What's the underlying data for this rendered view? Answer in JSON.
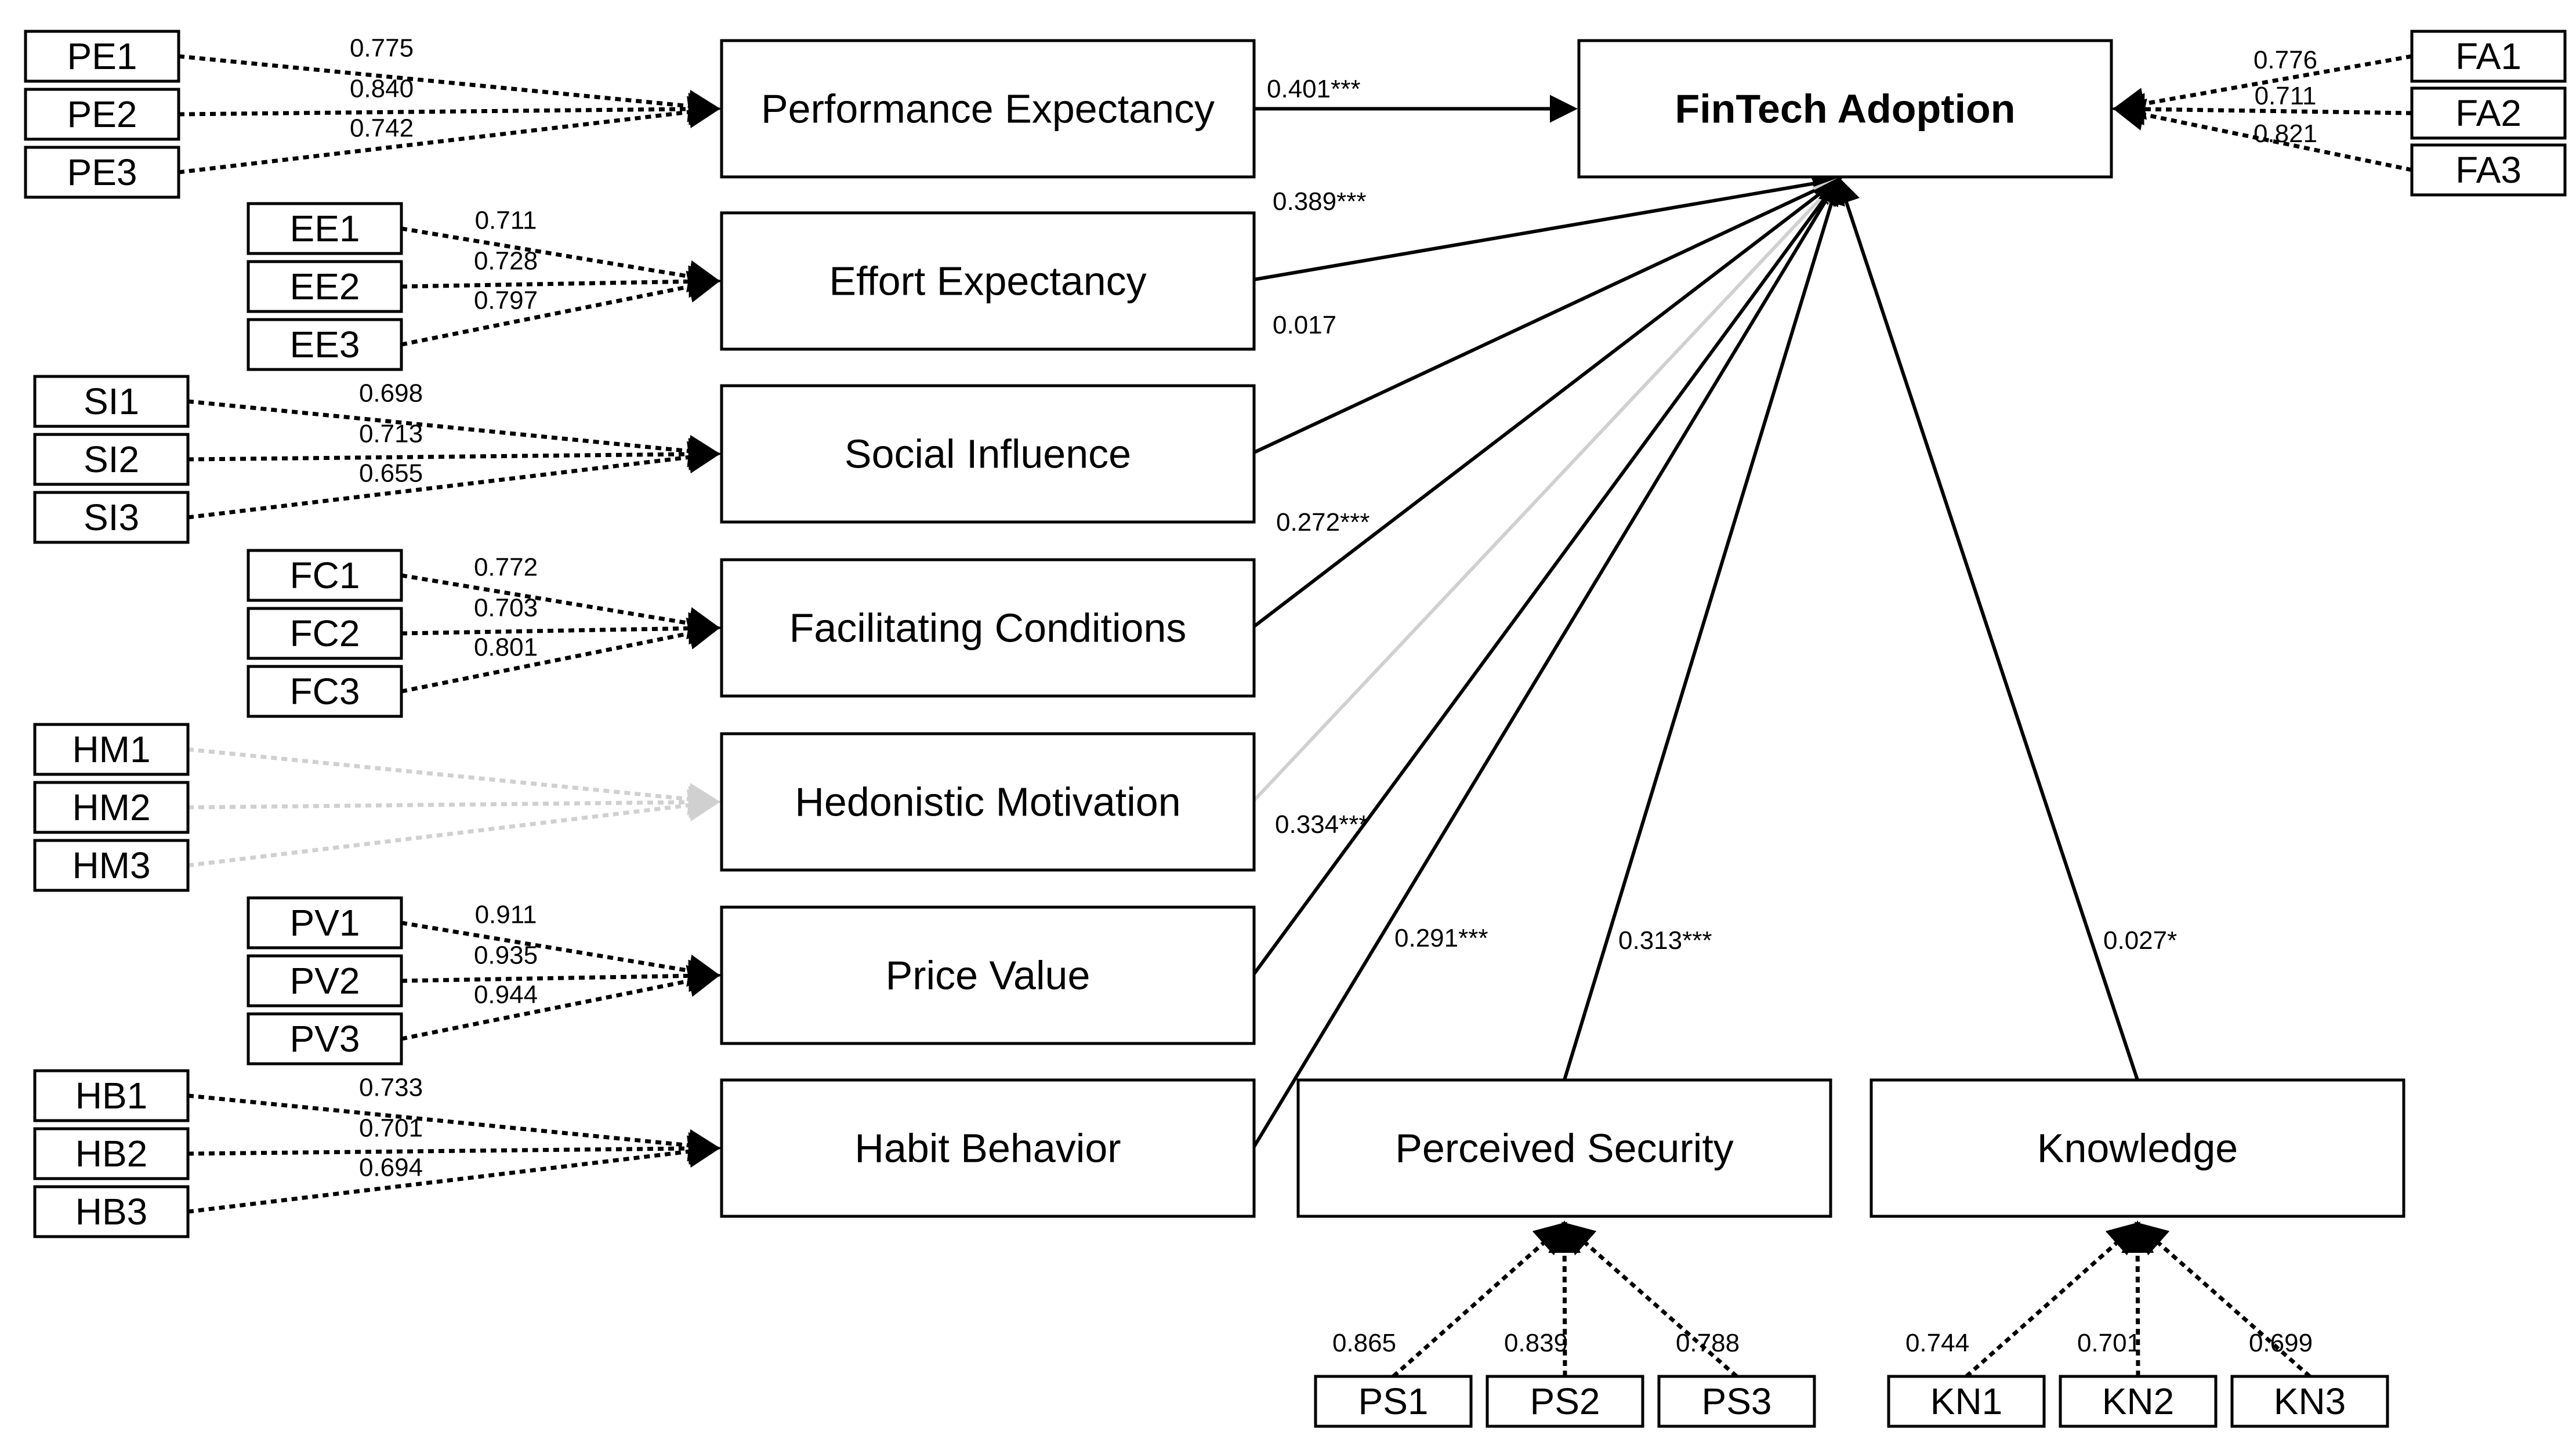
{
  "target": {
    "label": "FinTech Adoption",
    "indicators": [
      "FA1",
      "FA2",
      "FA3"
    ],
    "loadings": [
      "0.776",
      "0.711",
      "0.821"
    ]
  },
  "constructs": [
    {
      "id": "pe",
      "label": "Performance Expectancy",
      "indicators": [
        "PE1",
        "PE2",
        "PE3"
      ],
      "loadings": [
        "0.775",
        "0.840",
        "0.742"
      ],
      "path": "0.401***"
    },
    {
      "id": "ee",
      "label": "Effort Expectancy",
      "indicators": [
        "EE1",
        "EE2",
        "EE3"
      ],
      "loadings": [
        "0.711",
        "0.728",
        "0.797"
      ],
      "path": "0.389***"
    },
    {
      "id": "si",
      "label": "Social Influence",
      "indicators": [
        "SI1",
        "SI2",
        "SI3"
      ],
      "loadings": [
        "0.698",
        "0.713",
        "0.655"
      ],
      "path": "0.017"
    },
    {
      "id": "fc",
      "label": "Facilitating Conditions",
      "indicators": [
        "FC1",
        "FC2",
        "FC3"
      ],
      "loadings": [
        "0.772",
        "0.703",
        "0.801"
      ],
      "path": "0.272***"
    },
    {
      "id": "hm",
      "label": "Hedonistic Motivation",
      "indicators": [
        "HM1",
        "HM2",
        "HM3"
      ],
      "loadings": [],
      "path": ""
    },
    {
      "id": "pv",
      "label": "Price Value",
      "indicators": [
        "PV1",
        "PV2",
        "PV3"
      ],
      "loadings": [
        "0.911",
        "0.935",
        "0.944"
      ],
      "path": "0.334***"
    },
    {
      "id": "hb",
      "label": "Habit Behavior",
      "indicators": [
        "HB1",
        "HB2",
        "HB3"
      ],
      "loadings": [
        "0.733",
        "0.701",
        "0.694"
      ],
      "path": "0.291***"
    }
  ],
  "bottom": [
    {
      "id": "ps",
      "label": "Perceived Security",
      "indicators": [
        "PS1",
        "PS2",
        "PS3"
      ],
      "loadings": [
        "0.865",
        "0.839",
        "0.788"
      ],
      "path": "0.313***"
    },
    {
      "id": "kn",
      "label": "Knowledge",
      "indicators": [
        "KN1",
        "KN2",
        "KN3"
      ],
      "loadings": [
        "0.744",
        "0.701",
        "0.699"
      ],
      "path": "0.027*"
    }
  ],
  "colors": {
    "line": "#000000",
    "insignificant": "#d0d0d0",
    "box_fill": "#ffffff"
  }
}
